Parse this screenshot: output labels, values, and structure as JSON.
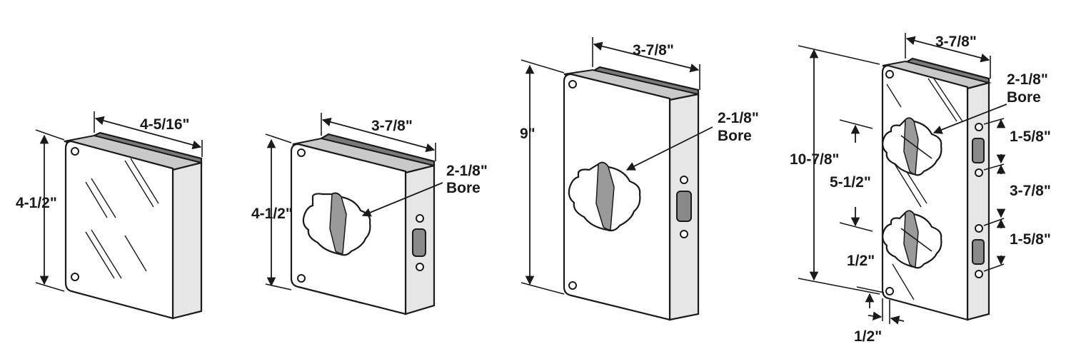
{
  "plates": [
    {
      "width_label": "4-5/16\"",
      "height_label": "4-1/2\""
    },
    {
      "width_label": "3-7/8\"",
      "height_label": "4-1/2\"",
      "bore_label_line1": "2-1/8\"",
      "bore_label_line2": "Bore"
    },
    {
      "width_label": "3-7/8\"",
      "height_label": "9\"",
      "bore_label_line1": "2-1/8\"",
      "bore_label_line2": "Bore"
    },
    {
      "width_label": "3-7/8\"",
      "height_label": "10-7/8\"",
      "bore_label_line1": "2-1/8\"",
      "bore_label_line2": "Bore",
      "bore_spacing_label": "5-1/2\"",
      "edge_offset_label": "1/2\"",
      "bottom_offset_label": "1/2\"",
      "upper_hole_spacing_label": "1-5/8\"",
      "latch_spacing_label": "3-7/8\"",
      "lower_hole_spacing_label": "1-5/8\""
    }
  ]
}
